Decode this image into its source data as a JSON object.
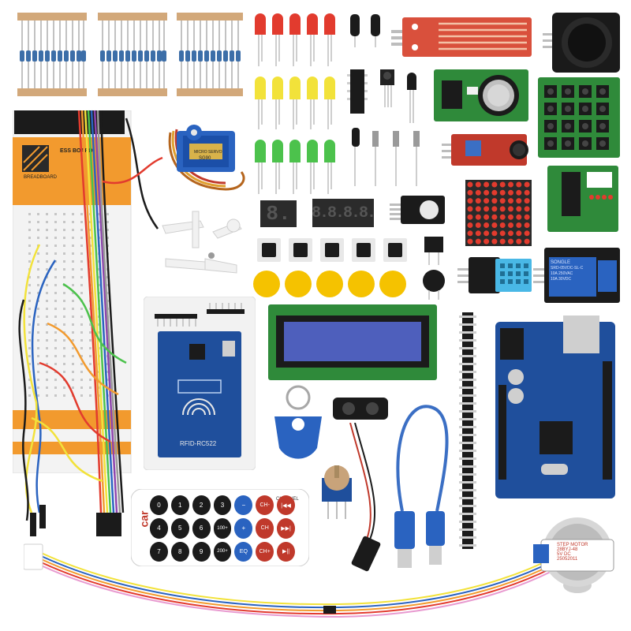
{
  "breadboard": {
    "brand": "ESS BOARD",
    "label": "BREADBOARD"
  },
  "servo": {
    "model": "MICRO SERVO",
    "code": "SG90"
  },
  "rfid": {
    "label": "RFID-RC522"
  },
  "remote": {
    "brand": "car",
    "title": "CHANNEL",
    "buttons": [
      "CH-",
      "CH",
      "CH+",
      "|◀◀",
      "▶▶|",
      "▶||",
      "−",
      "+",
      "EQ",
      "0",
      "100+",
      "200+",
      "1",
      "2",
      "3",
      "4",
      "5",
      "6",
      "7",
      "8",
      "9"
    ]
  },
  "relay": {
    "text": [
      "SONGLE",
      "SRD-05VDC-SL-C",
      "10A 250VAC",
      "10A 30VDC"
    ]
  },
  "stepper": {
    "lines": [
      "STEP MOTOR",
      "28BYJ-48",
      "5V DC",
      "25052011"
    ]
  },
  "seven_segment": {
    "single": "8.",
    "quad": "8.8.8.8."
  },
  "lcd": {
    "text": ""
  },
  "colors": {
    "pcb_blue": "#1f4f9c",
    "pcb_green": "#2f8a3a",
    "pcb_red": "#c0392b",
    "breadboard_orange": "#f29a2e",
    "led_red": "#e23b2e",
    "led_yellow": "#f2e23a",
    "led_green": "#4cc24c",
    "button_cap_yellow": "#f5c200"
  }
}
